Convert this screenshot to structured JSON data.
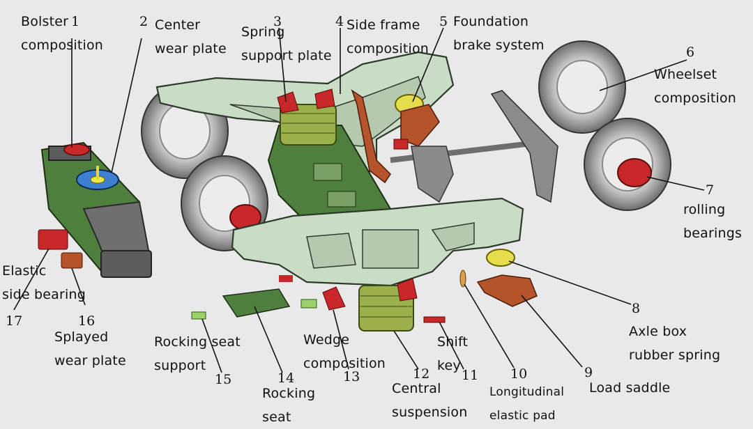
{
  "parts": [
    {
      "num": "1",
      "name": "Bolster\ncomposition"
    },
    {
      "num": "2",
      "name": "Center\nwear plate"
    },
    {
      "num": "3",
      "name": "Spring\nsupport plate"
    },
    {
      "num": "4",
      "name": "Side frame\ncomposition"
    },
    {
      "num": "5",
      "name": "Foundation\nbrake system"
    },
    {
      "num": "6",
      "name": "Wheelset\ncomposition"
    },
    {
      "num": "7",
      "name": "rolling\nbearings"
    },
    {
      "num": "8",
      "name": "Axle box\nrubber spring"
    },
    {
      "num": "9",
      "name": "Load saddle"
    },
    {
      "num": "10",
      "name": "Longitudinal\nelastic pad"
    },
    {
      "num": "11",
      "name": "Shift\nkey"
    },
    {
      "num": "12",
      "name": "Central\nsuspension"
    },
    {
      "num": "13",
      "name": "Wedge\ncomposition"
    },
    {
      "num": "14",
      "name": "Rocking\nseat"
    },
    {
      "num": "15",
      "name": "Rocking seat\nsupport"
    },
    {
      "num": "16",
      "name": "Splayed\nwear plate"
    },
    {
      "num": "17",
      "name": "Elastic\nside bearing"
    }
  ],
  "colors": {
    "frame": "#c9dcc5",
    "bolster": "#4f7f3c",
    "wheel": "#b9b9b9",
    "red_part": "#c8282a",
    "brake_rust": "#b5532b",
    "spring": "#9bb04a",
    "bearing_yellow": "#e6dd4c",
    "center_plate": "#3f7fd0"
  }
}
